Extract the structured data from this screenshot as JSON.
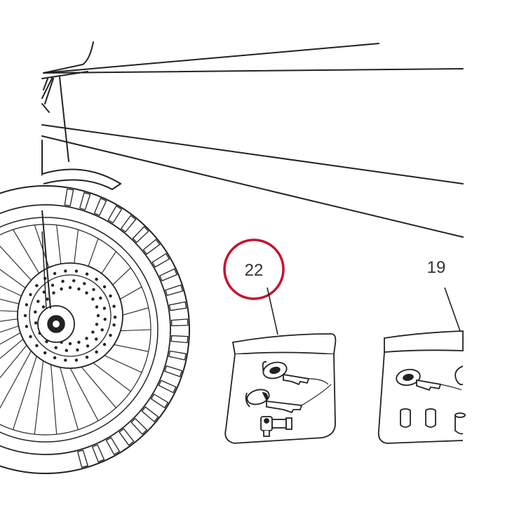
{
  "callouts": {
    "item_22": {
      "number": "22",
      "highlighted": true
    },
    "item_19": {
      "number": "19",
      "highlighted": false
    }
  },
  "colors": {
    "line": "#222222",
    "highlight": "#c8102e",
    "text": "#333333",
    "background": "#ffffff"
  },
  "icons": {
    "wheel": "front-wheel-with-brake-disc",
    "kit_22": "ignition-keys-and-lock-kit",
    "kit_19": "ignition-keys-and-lock-cylinders-kit"
  }
}
